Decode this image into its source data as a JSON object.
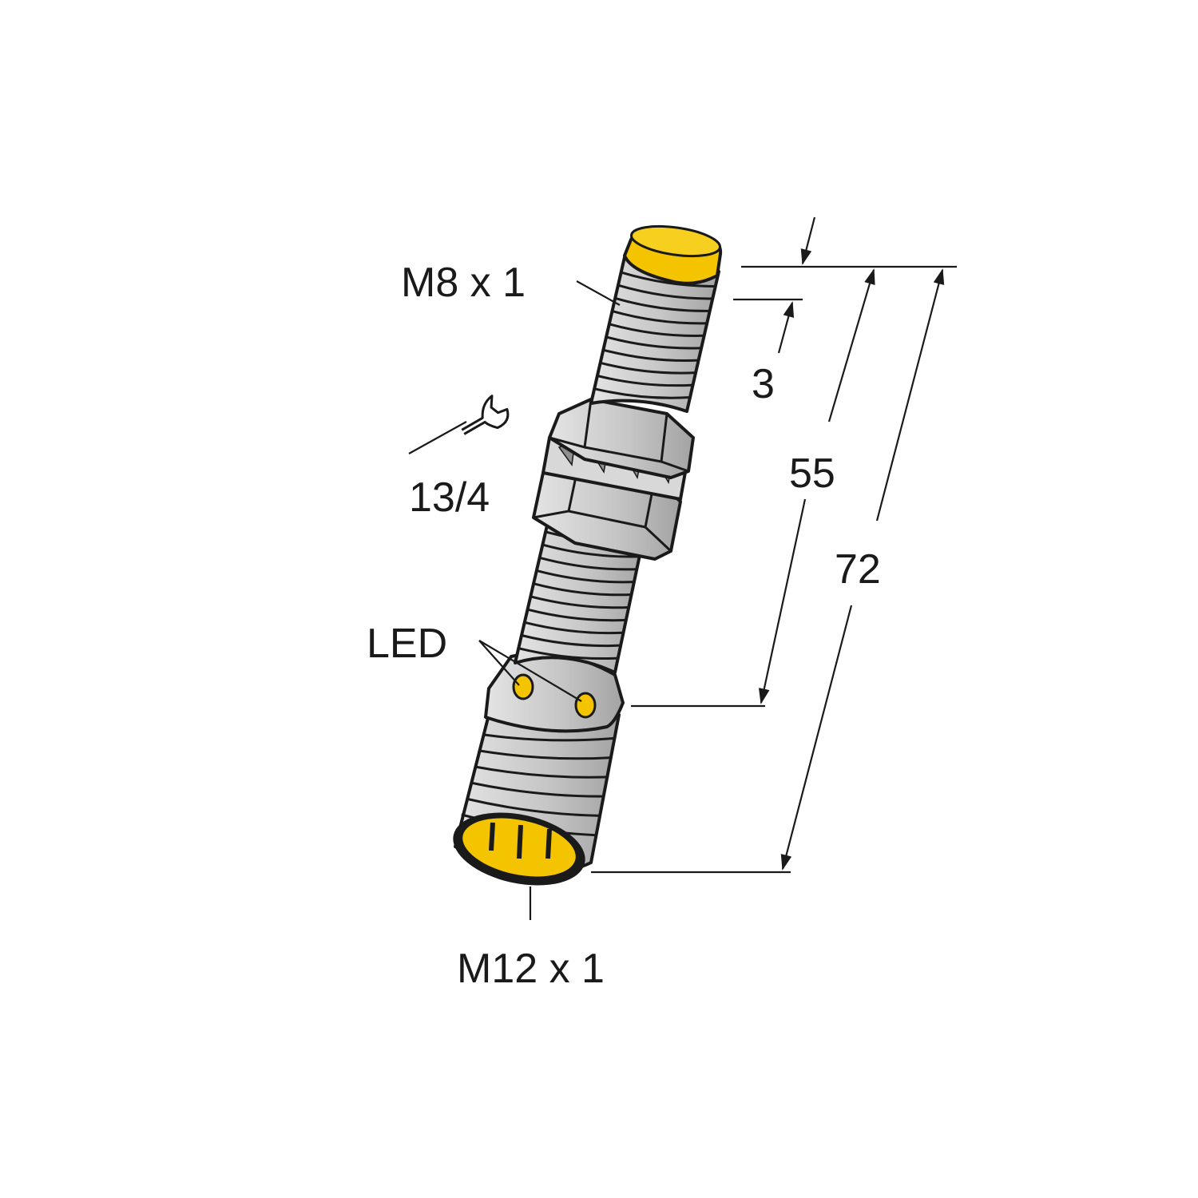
{
  "labels": {
    "sensor_thread": "M8 x 1",
    "sensing_offset": "3",
    "wrench_size": "13/4",
    "length_thread": "55",
    "length_total": "72",
    "led": "LED",
    "connector_thread": "M12 x 1"
  },
  "colors": {
    "sensor_face": "#f5c400",
    "housing": "#c9c9c9",
    "housing_shadow": "#a9a9a9",
    "line": "#1a1a1a",
    "background": "#ffffff"
  },
  "icons": [
    "wrench-icon"
  ]
}
